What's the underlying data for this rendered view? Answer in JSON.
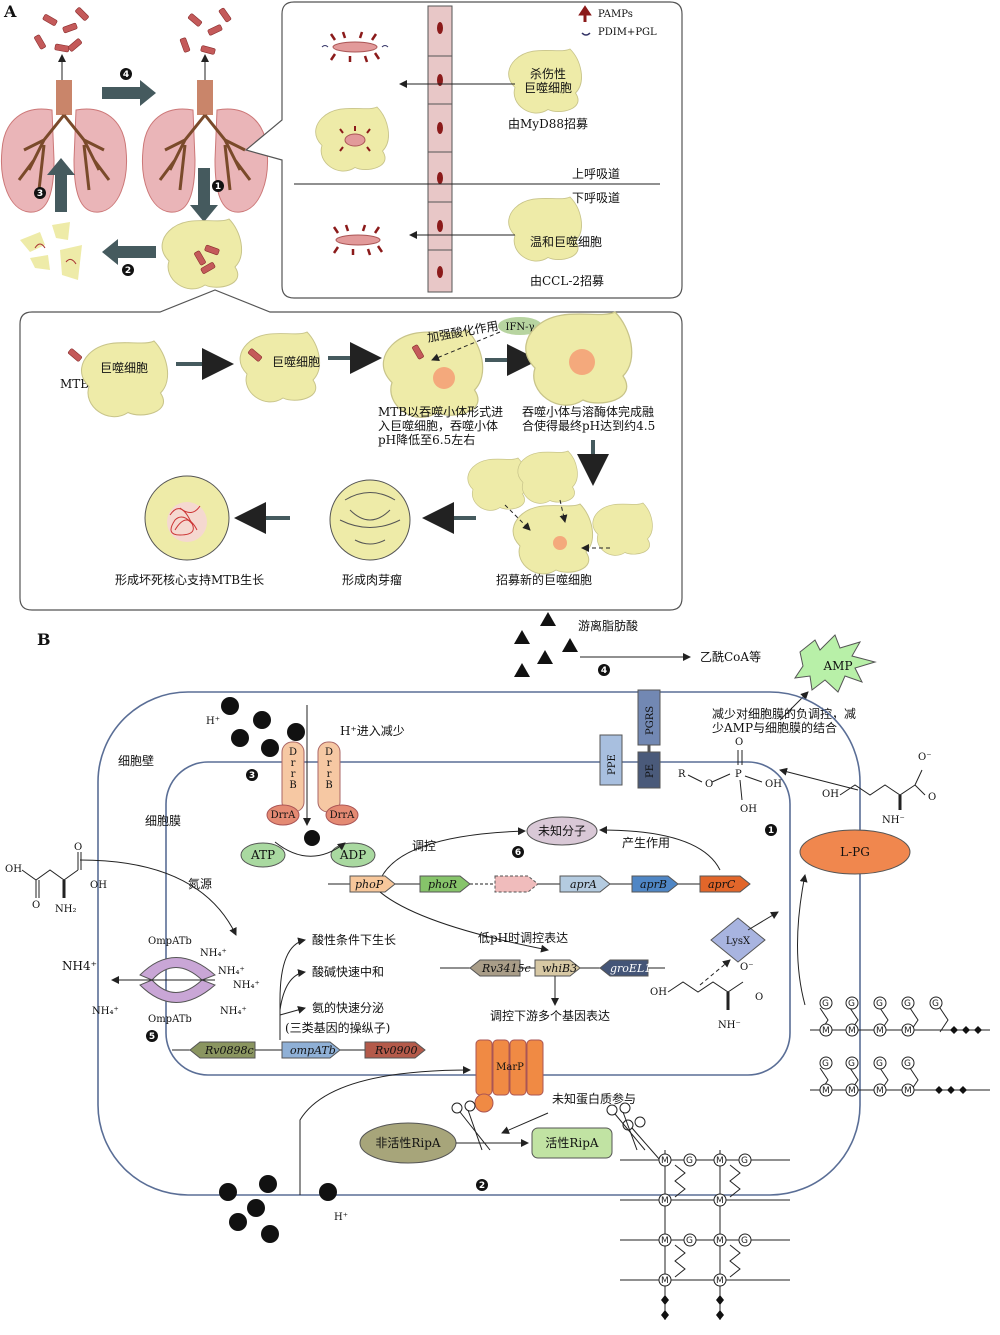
{
  "panel_a": {
    "label": "A",
    "legend": {
      "pamps": "PAMPs",
      "pdim": "PDIM+PGL"
    },
    "step_numbers": [
      "❶",
      "❷",
      "❸",
      "❹"
    ],
    "killing_macrophage": "杀伤性\n巨噬细胞",
    "myd88": "由MyD88招募",
    "upper_airway": "上呼吸道",
    "lower_airway": "下呼吸道",
    "mild_macrophage": "温和巨噬细胞",
    "ccl2": "由CCL-2招募",
    "mtb": "MTB",
    "macrophage1": "巨噬细胞",
    "macrophage2": "巨噬细胞",
    "acidify": "加强酸化作用",
    "ifn": "IFN-γ",
    "phagosome_text": "MTB以吞噬小体形式进\n入巨噬细胞，吞噬小体\npH降低至6.5左右",
    "fusion_text": "吞噬小体与溶酶体完成融\n合使得最终pH达到约4.5",
    "recruit": "招募新的巨噬细胞",
    "granuloma": "形成肉芽瘤",
    "necrosis": "形成坏死核心支持MTB生长"
  },
  "panel_b": {
    "label": "B",
    "free_fatty_acid": "游离脂肪酸",
    "acetyl_coa": "乙酰CoA等",
    "amp": "AMP",
    "amp_text": "减少对细胞膜的负调控，减\n少AMP与细胞膜的结合",
    "h_plus": "H⁺",
    "h_reduce": "H⁺进入减少",
    "cell_wall": "细胞壁",
    "cell_membrane": "细胞膜",
    "drrb": "DrrB",
    "drra": "DrrA",
    "atp": "ATP",
    "adp": "ADP",
    "ppe": "PPE",
    "pgrs": "PGRS",
    "pe": "PE",
    "unknown_molecule": "未知分子",
    "regulate": "调控",
    "function": "产生作用",
    "genes_row1": [
      "phoP",
      "phoR",
      "aprA",
      "aprB",
      "aprC"
    ],
    "low_ph": "低pH时调控表达",
    "lysx": "LysX",
    "lpg": "L-PG",
    "nitrogen": "氮源",
    "ompatb": "OmpATb",
    "nh4": "NH₄⁺",
    "nh4_big": "NH4⁺",
    "acid_growth": "酸性条件下生长",
    "acid_neutralize": "酸碱快速中和",
    "ammonia": "氨的快速分泌",
    "operon": "(三类基因的操纵子)",
    "genes_row2": [
      "Rv3415c",
      "whiB3",
      "groEL1"
    ],
    "regulate_downstream": "调控下游多个基因表达",
    "genes_row3": [
      "Rv0898c",
      "ompATb",
      "Rv0900"
    ],
    "marp": "MarP",
    "unknown_protein": "未知蛋白质参与",
    "inactive_ripa": "非活性RipA",
    "active_ripa": "活性RipA",
    "struct_r": "R",
    "struct_o": "O",
    "struct_p": "P",
    "struct_oh": "OH",
    "struct_oh2": "OH",
    "struct_nh": "NH⁻",
    "struct_o_minus": "O⁻",
    "oh_short": "OH",
    "nh2": "NH₂"
  }
}
